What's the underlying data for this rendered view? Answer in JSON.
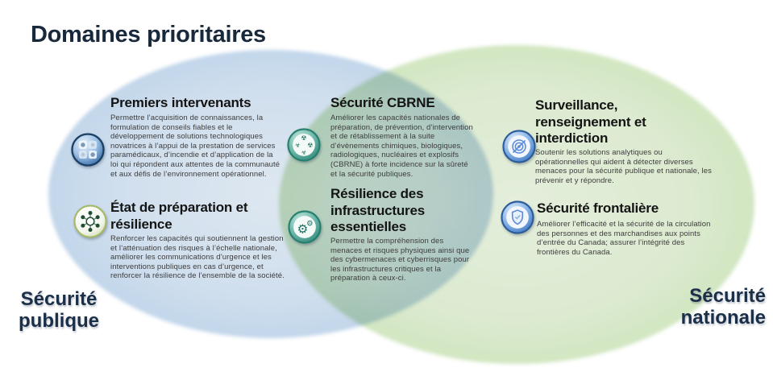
{
  "title": "Domaines prioritaires",
  "venn": {
    "left": {
      "line1": "Sécurité",
      "line2": "publique"
    },
    "right": {
      "line1": "Sécurité",
      "line2": "nationale"
    }
  },
  "palette": {
    "title_navy": "#19293c",
    "label_navy": "#1b2f49",
    "blue_ellipse": "#b0cce9",
    "green_ellipse": "#c3e0ae",
    "overlap_teal": "#aec6bd",
    "teal_icon": "#2d8577",
    "blue_icon": "#3b77c2"
  },
  "sections": [
    {
      "id": "premiers-intervenants",
      "icon": "first-responders-icon",
      "title": "Premiers intervenants",
      "body": "Permettre l’acquisition de connaissances, la formulation de conseils fiables et le développement de solutions technologiques novatrices à l’appui de la prestation de services paramédicaux, d’incendie et d’application de la loi qui répondent aux attentes de la communauté et aux défis de l’environnement opérationnel."
    },
    {
      "id": "etat-preparation-resilience",
      "icon": "preparedness-network-icon",
      "title": "État de préparation et résilience",
      "body": "Renforcer les capacités qui soutiennent la gestion et l’atténuation des risques à l’échelle nationale, améliorer les communications d’urgence et les interventions publiques en cas d’urgence, et renforcer la résilience de l’ensemble de la société."
    },
    {
      "id": "securite-cbrne",
      "icon": "cbrne-hazard-icon",
      "title": "Sécurité CBRNE",
      "body": "Améliorer les capacités nationales de préparation, de prévention, d’intervention et de rétablissement à la suite d’évènements chimiques, biologiques, radiologiques, nucléaires et explosifs (CBRNE) à forte incidence sur la sûreté et la sécurité publiques."
    },
    {
      "id": "resilience-infrastructures",
      "icon": "infrastructure-gears-icon",
      "title": "Résilience des infrastructures essentielles",
      "body": "Permettre la compréhension des menaces et risques physiques ainsi que des cybermenaces et cyberrisques pour les infrastructures critiques et la préparation à ceux-ci."
    },
    {
      "id": "surveillance-renseignement",
      "icon": "surveillance-target-icon",
      "title": "Surveillance, renseignement et interdiction",
      "body": "Soutenir les solutions analytiques ou opérationnelles qui aident à détecter diverses menaces pour la sécurité publique et nationale, les prévenir et y répondre."
    },
    {
      "id": "securite-frontaliere",
      "icon": "border-shield-icon",
      "title": "Sécurité frontalière",
      "body": "Améliorer l’efficacité et la sécurité de la circulation des personnes et des marchandises aux points d’entrée du Canada; assurer l’intégrité des frontières du Canada."
    }
  ]
}
